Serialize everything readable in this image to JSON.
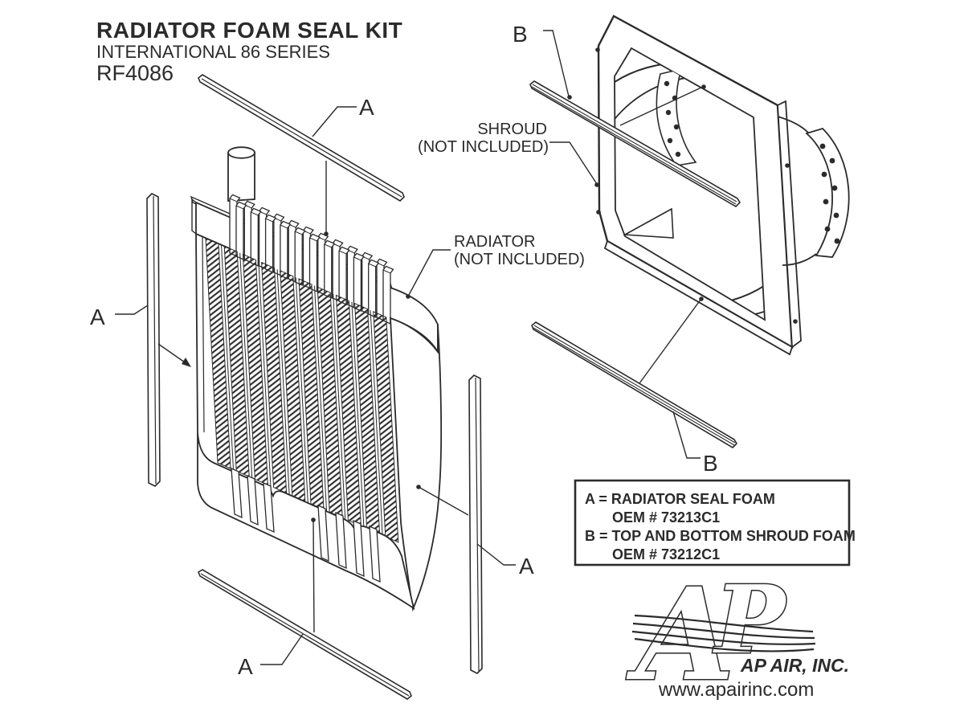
{
  "title": {
    "line1": "RADIATOR FOAM SEAL KIT",
    "line2": "INTERNATIONAL 86 SERIES",
    "line3": "RF4086"
  },
  "labels": {
    "shroud_line1": "SHROUD",
    "shroud_line2": "(NOT INCLUDED)",
    "radiator_line1": "RADIATOR",
    "radiator_line2": "(NOT INCLUDED)"
  },
  "callouts": {
    "a": "A",
    "b": "B"
  },
  "legend": {
    "line1": "A = RADIATOR SEAL FOAM",
    "line2": "OEM # 73213C1",
    "line3": "B = TOP AND BOTTOM SHROUD FOAM",
    "line4": "OEM # 73212C1"
  },
  "logo": {
    "letter_a": "A",
    "letter_p": "P",
    "company": "AP AIR, INC.",
    "website": "www.apairinc.com"
  },
  "colors": {
    "line": "#2b2b2b",
    "background": "#ffffff"
  }
}
